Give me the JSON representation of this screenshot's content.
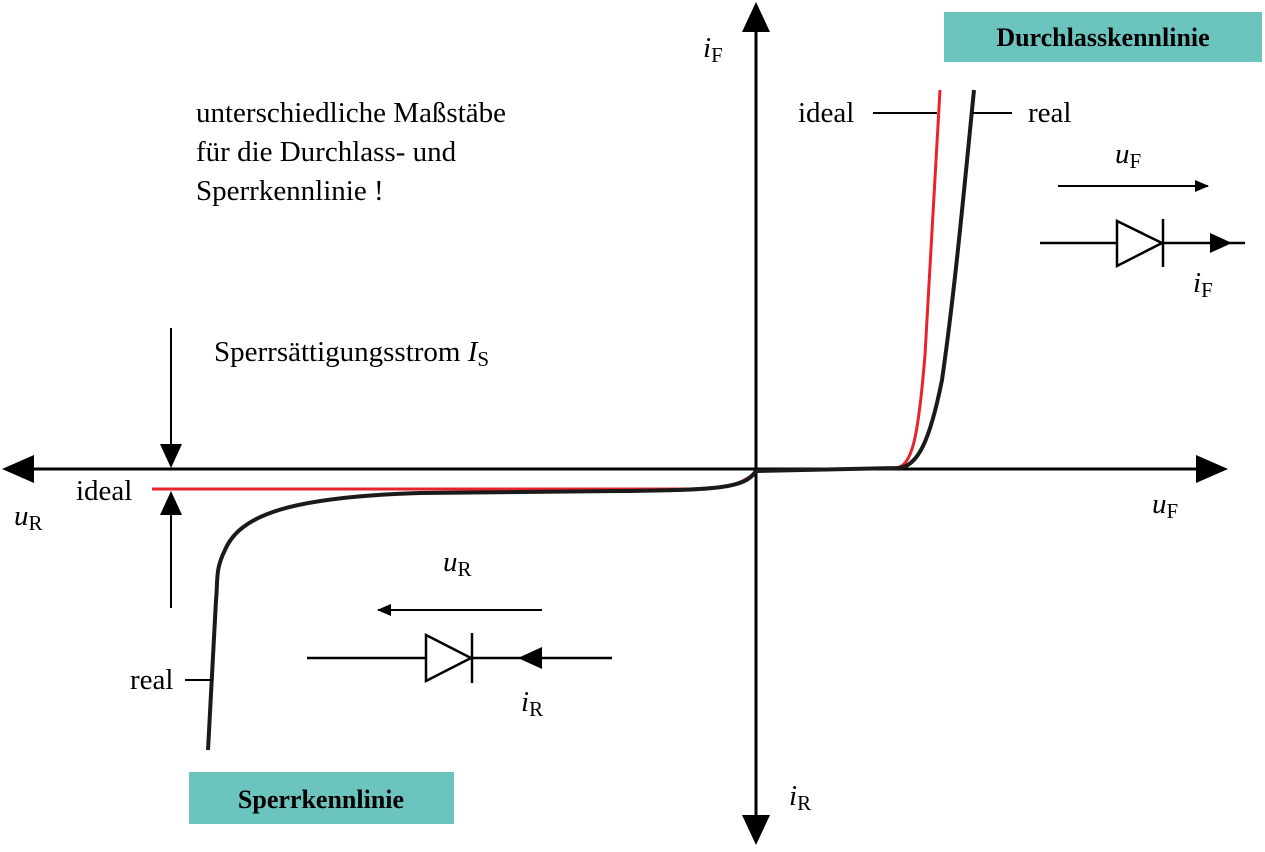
{
  "axes": {
    "if_var": "i",
    "if_sub": "F",
    "ir_var": "i",
    "ir_sub": "R",
    "uf_var": "u",
    "uf_sub": "F",
    "ur_var": "u",
    "ur_sub": "R"
  },
  "forward": {
    "title": "Durchlasskennlinie",
    "ideal_label": "ideal",
    "real_label": "real",
    "voltage_var": "u",
    "voltage_sub": "F",
    "current_var": "i",
    "current_sub": "F"
  },
  "reverse": {
    "title": "Sperrkennlinie",
    "ideal_label": "ideal",
    "real_label": "real",
    "voltage_var": "u",
    "voltage_sub": "R",
    "current_var": "i",
    "current_sub": "R"
  },
  "note": {
    "line1": "unterschiedliche Maßstäbe",
    "line2": "für die Durchlass- und",
    "line3": "Sperrkennlinie !"
  },
  "saturation": {
    "text": "Sperrsättigungsstrom ",
    "symbol_var": "I",
    "symbol_sub": "S"
  },
  "colors": {
    "ideal_curve": "#e8232b",
    "real_curve": "#1a1a1a",
    "title_box": "#6cc4bf",
    "axis": "#000000"
  }
}
